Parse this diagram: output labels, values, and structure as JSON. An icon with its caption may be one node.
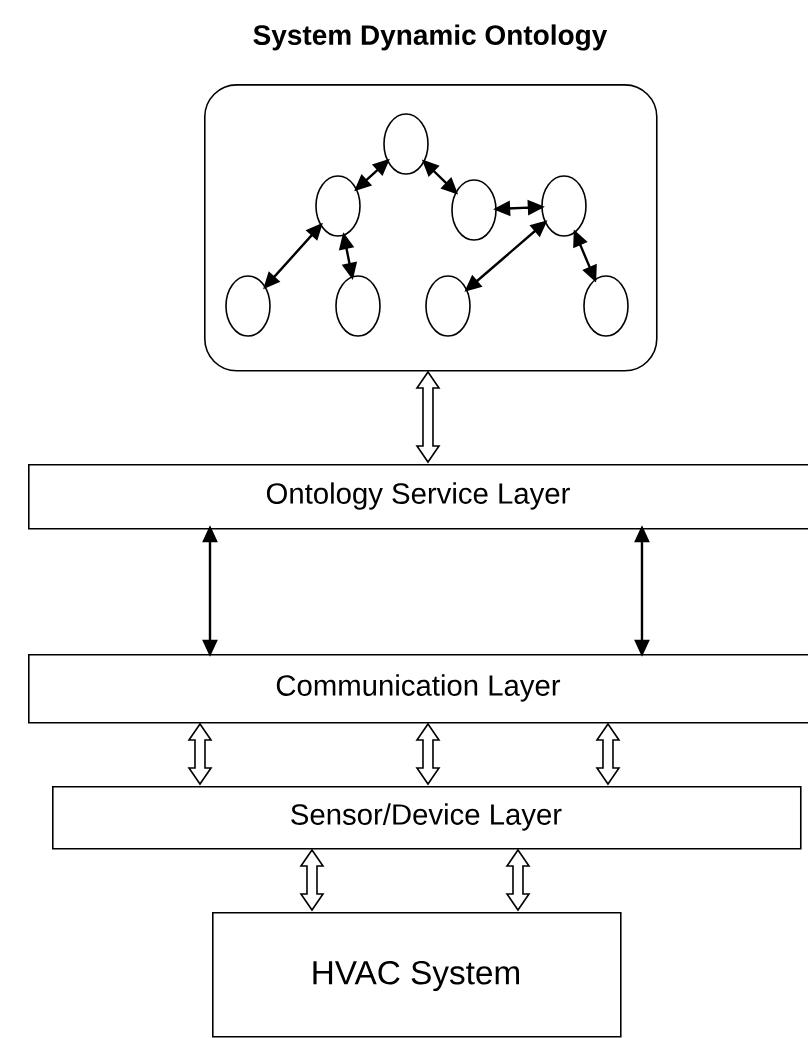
{
  "diagram": {
    "nodes": [
      {
        "text": [
          "System Dynamic Ontology"
        ]
      },
      {
        "text": [],
        "shape": "circle",
        "in": 0
      },
      {
        "text": [],
        "shape": "circle",
        "in": 0
      },
      {
        "text": [],
        "shape": "circle",
        "in": 0
      },
      {
        "text": [],
        "shape": "circle",
        "in": 0
      },
      {
        "text": [],
        "shape": "circle",
        "in": 0
      },
      {
        "text": [],
        "shape": "circle",
        "in": 0
      },
      {
        "text": [],
        "shape": "circle",
        "in": 0
      },
      {
        "text": [],
        "shape": "circle",
        "in": 0
      },
      {
        "text": [
          "Ontology Service Layer"
        ]
      },
      {
        "text": [
          "Communication Layer"
        ]
      },
      {
        "text": [
          "Sensor/Device Layer"
        ]
      },
      {
        "text": [
          "HVAC System"
        ]
      }
    ],
    "edges": [
      {
        "from": 1,
        "to": 2,
        "arrow": "both"
      },
      {
        "from": 1,
        "to": 3,
        "arrow": "both"
      },
      {
        "from": 3,
        "to": 4,
        "arrow": "both"
      },
      {
        "from": 2,
        "to": 5,
        "arrow": "both"
      },
      {
        "from": 2,
        "to": 6,
        "arrow": "both"
      },
      {
        "from": 4,
        "to": 7,
        "arrow": "both"
      },
      {
        "from": 4,
        "to": 8,
        "arrow": "both"
      },
      {
        "from": 0,
        "to": 9,
        "arrow": "both",
        "style": "thick"
      },
      {
        "from": 9,
        "to": 10,
        "arrow": "both"
      },
      {
        "from": 9,
        "to": 10,
        "arrow": "both"
      },
      {
        "from": 10,
        "to": 11,
        "arrow": "both",
        "style": "thick"
      },
      {
        "from": 10,
        "to": 11,
        "arrow": "both",
        "style": "thick"
      },
      {
        "from": 10,
        "to": 11,
        "arrow": "both",
        "style": "thick"
      },
      {
        "from": 11,
        "to": 12,
        "arrow": "both",
        "style": "thick"
      },
      {
        "from": 11,
        "to": 12,
        "arrow": "both",
        "style": "thick"
      }
    ]
  }
}
